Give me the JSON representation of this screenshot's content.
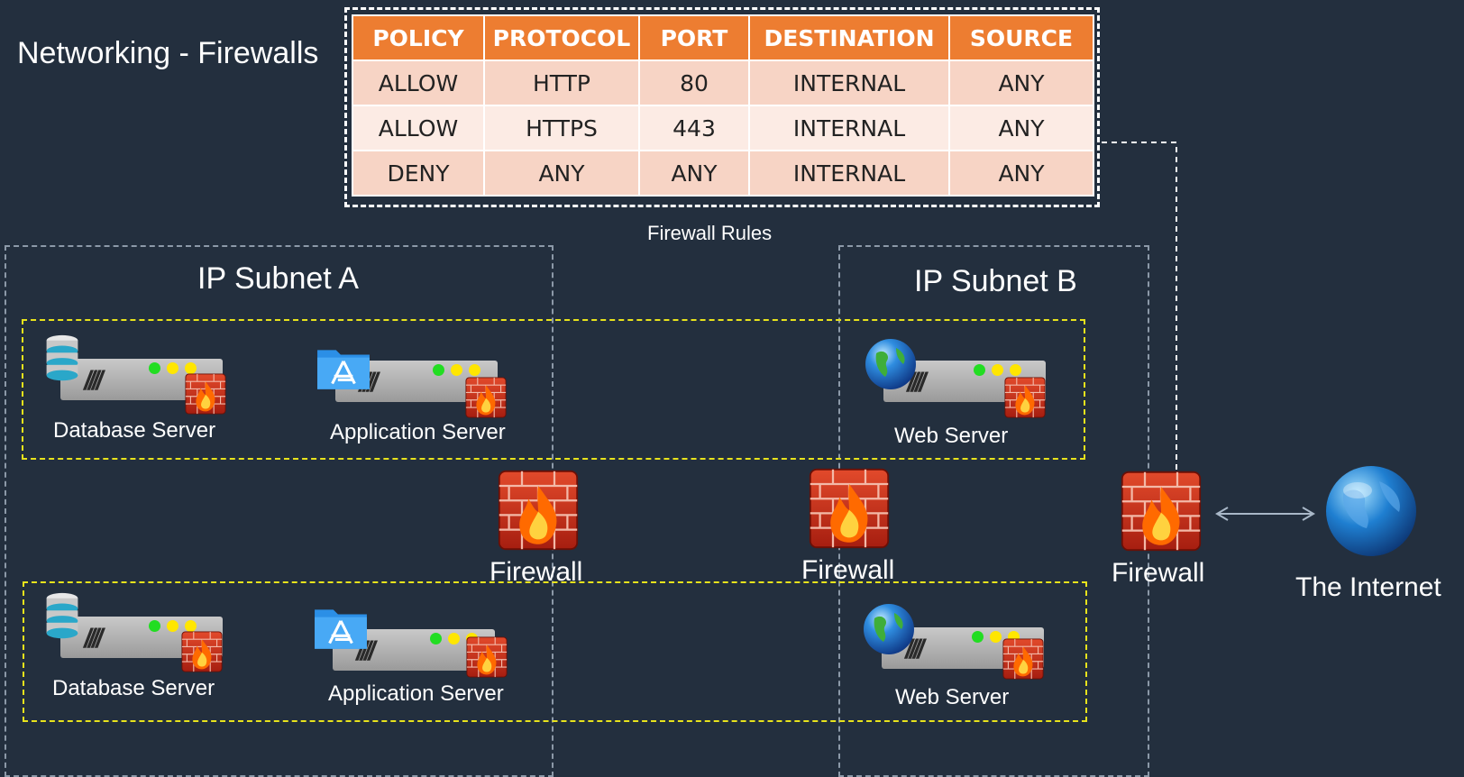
{
  "title": "Networking - Firewalls",
  "rules": {
    "caption": "Firewall Rules",
    "headers": [
      "POLICY",
      "PROTOCOL",
      "PORT",
      "DESTINATION",
      "SOURCE"
    ],
    "rows": [
      [
        "ALLOW",
        "HTTP",
        "80",
        "INTERNAL",
        "ANY"
      ],
      [
        "ALLOW",
        "HTTPS",
        "443",
        "INTERNAL",
        "ANY"
      ],
      [
        "DENY",
        "ANY",
        "ANY",
        "INTERNAL",
        "ANY"
      ]
    ]
  },
  "subnets": {
    "a": "IP Subnet A",
    "b": "IP Subnet B"
  },
  "servers": {
    "db": "Database Server",
    "app": "Application Server",
    "web": "Web Server"
  },
  "firewall_label": "Firewall",
  "internet_label": "The Internet",
  "colors": {
    "background": "#232f3e",
    "header": "#ed7d31",
    "group_border": "#e8e31c",
    "subnet_border": "#8c99a8",
    "led_green": "#22dd22",
    "led_yellow": "#ffe600"
  }
}
